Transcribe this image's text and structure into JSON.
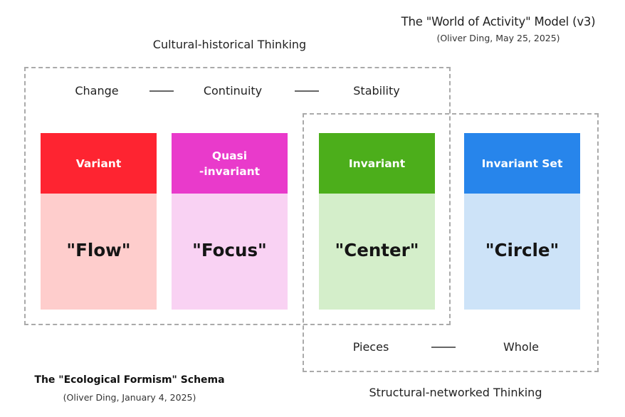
{
  "model": {
    "title": "The \"World of Activity\" Model (v3)",
    "subtitle": "(Oliver Ding, May 25, 2025)"
  },
  "cultural_historical": {
    "label": "Cultural-historical Thinking",
    "terms": [
      "Change",
      "Continuity",
      "Stability"
    ]
  },
  "structural_networked": {
    "label": "Structural-networked Thinking",
    "terms": [
      "Pieces",
      "Whole"
    ]
  },
  "cards": [
    {
      "header": "Variant",
      "body": "\"Flow\"",
      "header_color": "#fe2431",
      "body_color": "#fecdcc"
    },
    {
      "header": "Quasi\n-invariant",
      "body": "\"Focus\"",
      "header_color": "#e93acb",
      "body_color": "#f9d2f3"
    },
    {
      "header": "Invariant",
      "body": "\"Center\"",
      "header_color": "#4cae1b",
      "body_color": "#d4eeca"
    },
    {
      "header": "Invariant Set",
      "body": "\"Circle\"",
      "header_color": "#2785eb",
      "body_color": "#cde3f8"
    }
  ],
  "schema": {
    "title": "The \"Ecological Formism\" Schema",
    "subtitle": "(Oliver Ding, January 4, 2025)"
  },
  "colors": {
    "dash": "#aaaaaa",
    "connector": "#666666"
  }
}
